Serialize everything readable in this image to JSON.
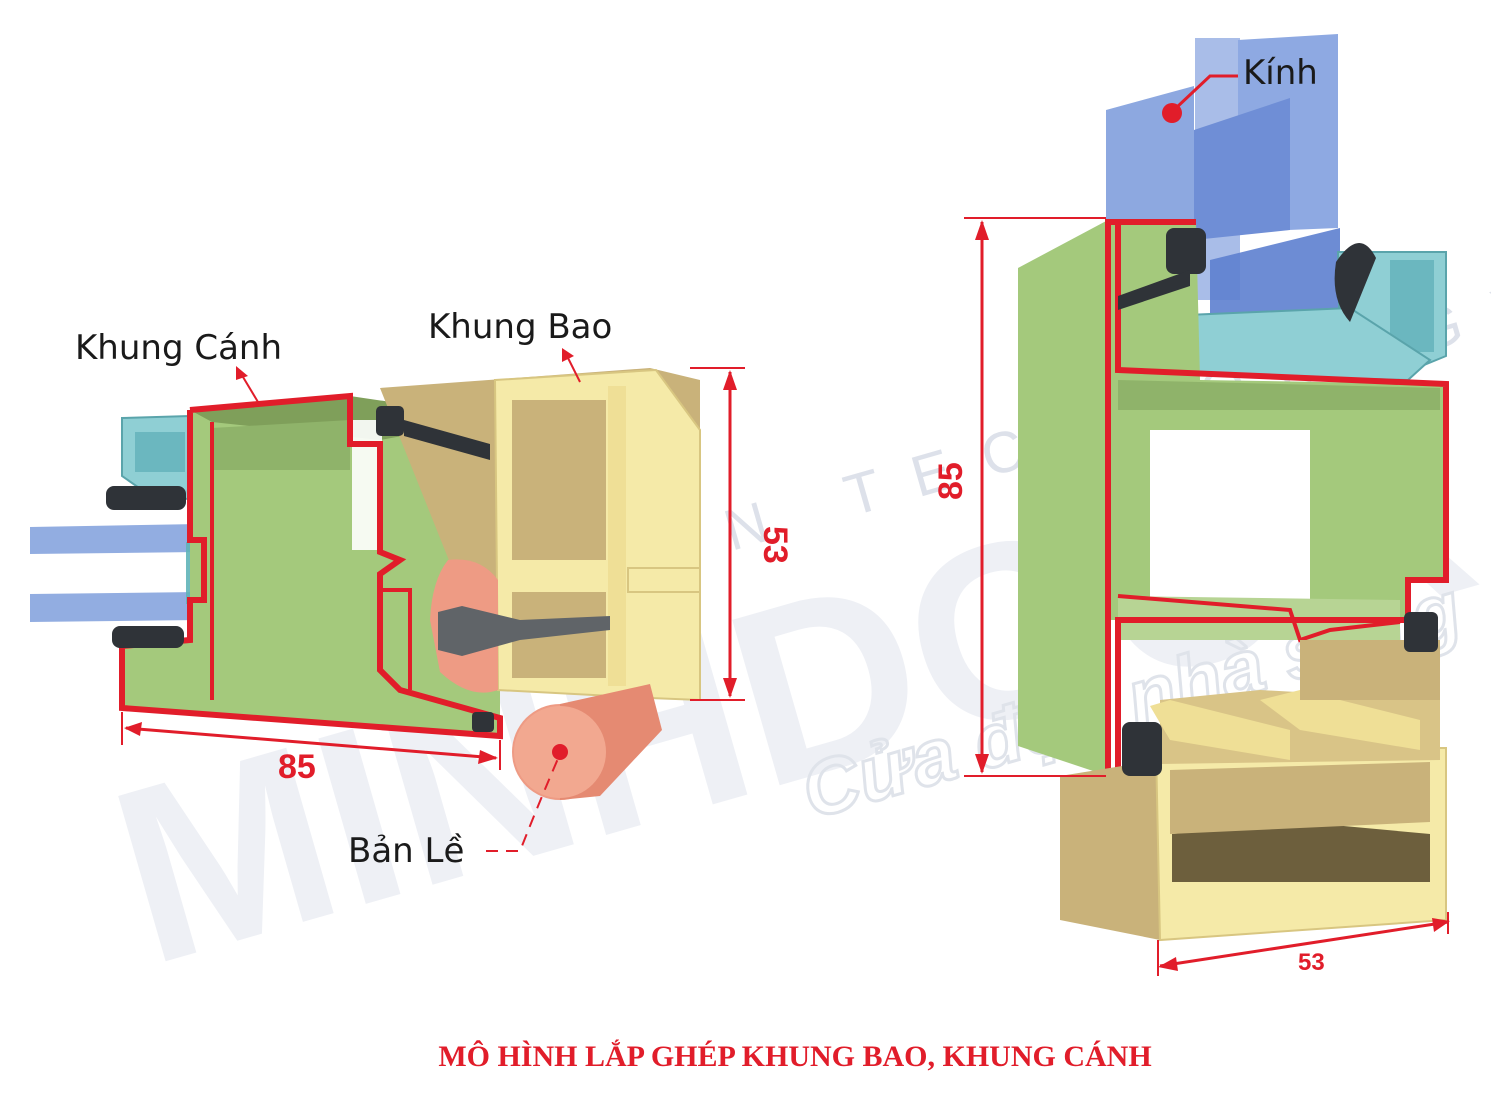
{
  "labels": {
    "khung_canh": "Khung Cánh",
    "khung_bao": "Khung Bao",
    "ban_le": "Bản Lề",
    "kinh": "Kính"
  },
  "dimensions": {
    "left_width": "85",
    "left_height": "53",
    "right_height": "85",
    "right_width": "53"
  },
  "caption": "MÔ HÌNH LẮP GHÉP KHUNG BAO, KHUNG CÁNH",
  "watermark": {
    "brand": "MINHDOOR",
    "tagline": "GERMAN TECHNOLOGY",
    "slogan": "Cửa đẹp nhà sang"
  },
  "colors": {
    "outline_red": "#e11d2a",
    "sash_green": "#a4c97c",
    "frame_tan": "#c9b27a",
    "frame_light": "#f5eaa8",
    "glass_blue": "#7f9fdc",
    "bead_cyan": "#8fcfd4",
    "hinge_salmon": "#ee9b84",
    "gasket_dark": "#2f3338"
  }
}
